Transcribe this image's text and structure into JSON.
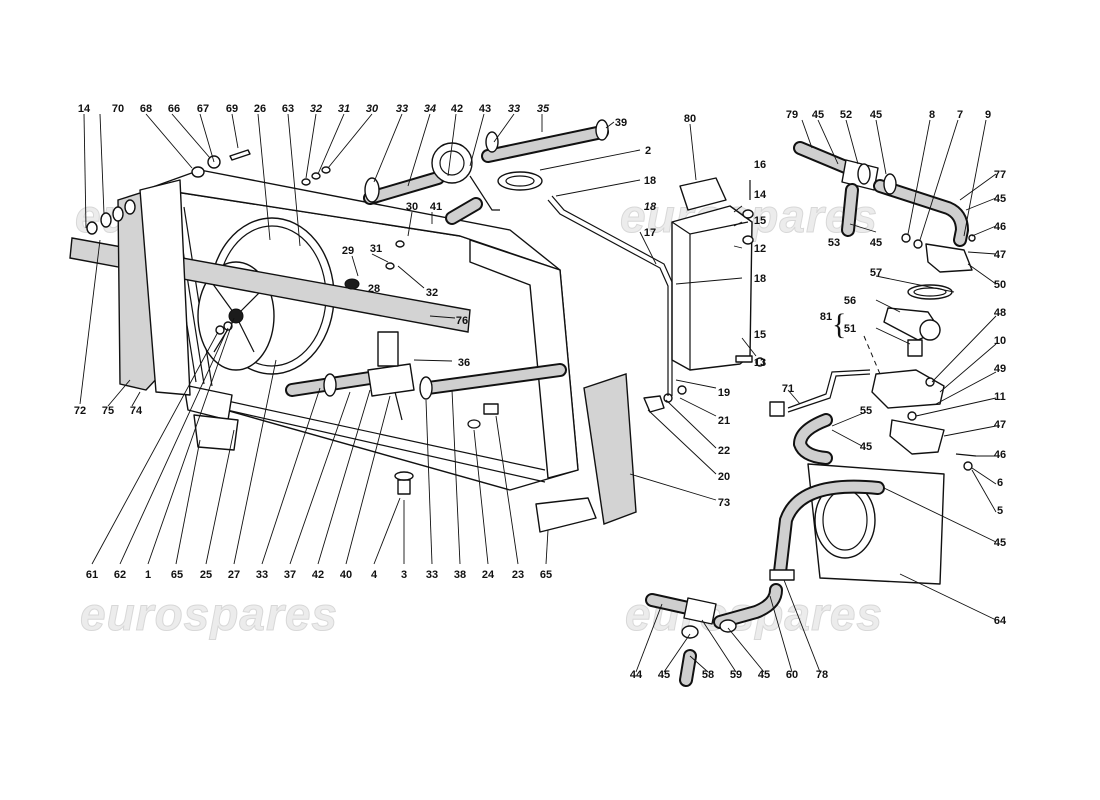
{
  "watermark": {
    "text": "eurospares"
  },
  "callouts": {
    "c14a": "14",
    "c70": "70",
    "c68": "68",
    "c66": "66",
    "c67": "67",
    "c69": "69",
    "c26": "26",
    "c63": "63",
    "c32a": "32",
    "c31a": "31",
    "c30a": "30",
    "c33a": "33",
    "c34": "34",
    "c42a": "42",
    "c43": "43",
    "c33b": "33",
    "c35": "35",
    "c39": "39",
    "c80": "80",
    "c2": "2",
    "c18a": "18",
    "c16": "16",
    "c14b": "14",
    "c15a": "15",
    "c12": "12",
    "c18b": "18",
    "c18c": "18",
    "c17": "17",
    "c30b": "30",
    "c41": "41",
    "c29": "29",
    "c31b": "31",
    "c28": "28",
    "c32b": "32",
    "c76": "76",
    "c36": "36",
    "c15b": "15",
    "c13": "13",
    "c19": "19",
    "c21": "21",
    "c22": "22",
    "c20": "20",
    "c73": "73",
    "c72": "72",
    "c75": "75",
    "c74": "74",
    "c61": "61",
    "c62": "62",
    "c1": "1",
    "c65a": "65",
    "c25": "25",
    "c27": "27",
    "c33c": "33",
    "c37": "37",
    "c42b": "42",
    "c40": "40",
    "c4": "4",
    "c3": "3",
    "c33d": "33",
    "c38": "38",
    "c24": "24",
    "c23": "23",
    "c65b": "65",
    "c79": "79",
    "c45a": "45",
    "c52": "52",
    "c45b": "45",
    "c8": "8",
    "c7": "7",
    "c9": "9",
    "c77": "77",
    "c45c": "45",
    "c46a": "46",
    "c47a": "47",
    "c53": "53",
    "c45d": "45",
    "c50": "50",
    "c57": "57",
    "c81": "81",
    "c56": "56",
    "c51": "51",
    "c48": "48",
    "c10": "10",
    "c49": "49",
    "c71": "71",
    "c11": "11",
    "c55": "55",
    "c47b": "47",
    "c45e": "45",
    "c46b": "46",
    "c6": "6",
    "c5": "5",
    "c45f": "45",
    "c64": "64",
    "c44": "44",
    "c45g": "45",
    "c58": "58",
    "c59": "59",
    "c45h": "45",
    "c60": "60",
    "c78": "78"
  }
}
